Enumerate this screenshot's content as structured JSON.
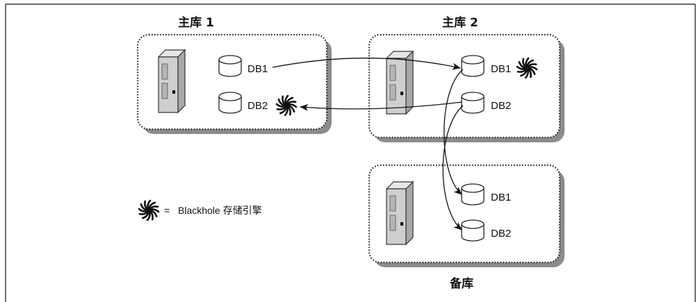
{
  "master1": {
    "title": "主库 1",
    "db1_label": "DB1",
    "db2_label": "DB2"
  },
  "master2": {
    "title": "主库 2",
    "db1_label": "DB1",
    "db2_label": "DB2"
  },
  "replica": {
    "title": "备库",
    "db1_label": "DB1",
    "db2_label": "DB2"
  },
  "legend": {
    "symbol": "=",
    "text": "Blackhole 存储引擎",
    "icon": "blackhole-swirl-icon"
  },
  "colors": {
    "line": "#111111",
    "box_border": "#222222",
    "shadow": "#8c8c8c",
    "server_fill": "#cfcfcf"
  }
}
